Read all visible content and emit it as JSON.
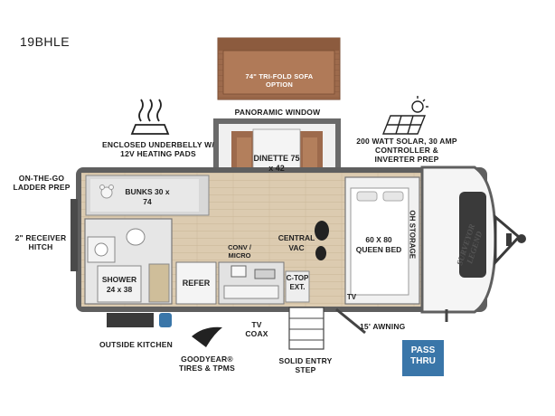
{
  "model": "19BHLE",
  "labels": {
    "sofa": "74\" TRI-FOLD SOFA OPTION",
    "panoramic_window": "PANORAMIC WINDOW",
    "underbelly": "ENCLOSED UNDERBELLY W/ 12V HEATING PADS",
    "solar": "200 WATT SOLAR, 30 AMP CONTROLLER & INVERTER PREP",
    "ladder": "ON-THE-GO LADDER PREP",
    "hitch": "2\" RECEIVER HITCH",
    "outside_kitchen": "OUTSIDE KITCHEN",
    "tires": "GOODYEAR® TIRES & TPMS",
    "tv_coax": "TV COAX",
    "entry_step": "SOLID ENTRY STEP",
    "awning": "15' AWNING",
    "pass_thru": "PASS THRU"
  },
  "rooms": {
    "dinette": "DINETTE 75 x 42",
    "bunks": "BUNKS 30 x 74",
    "central_vac": "CENTRAL VAC",
    "conv_micro": "CONV / MICRO",
    "queen_bed": "60 X 80 QUEEN BED",
    "oh_storage": "OH STORAGE",
    "shower": "SHOWER 24 x 38",
    "refer": "REFER",
    "ctop": "C-TOP EXT.",
    "tv": "TV"
  },
  "brand_logo": "SURVEYOR LEGEND",
  "colors": {
    "floor": "#d8c8ad",
    "walls": "#6e6e6e",
    "sofa": "#9d6a4c",
    "pass_thru": "#3a76a9",
    "fixtures": "#e8e8e8"
  }
}
